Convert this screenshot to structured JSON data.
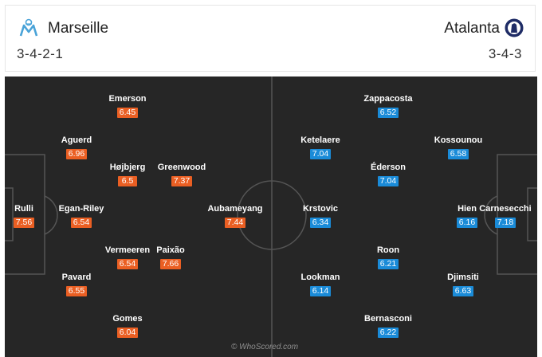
{
  "header": {
    "home": {
      "name": "Marseille",
      "formation": "3-4-2-1",
      "color": "#ea5f23"
    },
    "away": {
      "name": "Atalanta",
      "formation": "3-4-3",
      "color": "#1a8bd8"
    }
  },
  "home_players": [
    {
      "name": "Rulli",
      "rating": "7.56"
    },
    {
      "name": "Aguerd",
      "rating": "6.96"
    },
    {
      "name": "Egan-Riley",
      "rating": "6.54"
    },
    {
      "name": "Pavard",
      "rating": "6.55"
    },
    {
      "name": "Emerson",
      "rating": "6.45"
    },
    {
      "name": "Højbjerg",
      "rating": "6.5"
    },
    {
      "name": "Vermeeren",
      "rating": "6.54"
    },
    {
      "name": "Gomes",
      "rating": "6.04"
    },
    {
      "name": "Greenwood",
      "rating": "7.37"
    },
    {
      "name": "Paixão",
      "rating": "7.66"
    },
    {
      "name": "Aubameyang",
      "rating": "7.44"
    }
  ],
  "away_players": [
    {
      "name": "Carnesecchi",
      "rating": "7.18"
    },
    {
      "name": "Kossounou",
      "rating": "6.58"
    },
    {
      "name": "Hien",
      "rating": "6.16"
    },
    {
      "name": "Djimsiti",
      "rating": "6.63"
    },
    {
      "name": "Zappacosta",
      "rating": "6.52"
    },
    {
      "name": "Éderson",
      "rating": "7.04"
    },
    {
      "name": "Roon",
      "rating": "6.21"
    },
    {
      "name": "Bernasconi",
      "rating": "6.22"
    },
    {
      "name": "Ketelaere",
      "rating": "7.04"
    },
    {
      "name": "Krstovic",
      "rating": "6.34"
    },
    {
      "name": "Lookman",
      "rating": "6.14"
    }
  ],
  "watermark": "© WhoScored.com",
  "icons": {
    "home_crest": "marseille-crest-icon",
    "away_crest": "atalanta-crest-icon"
  }
}
